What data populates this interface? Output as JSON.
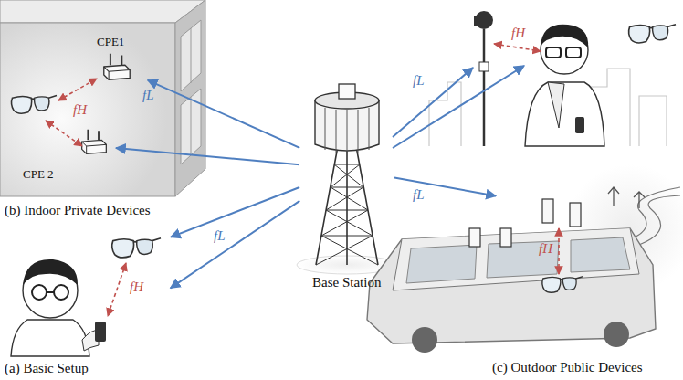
{
  "diagram": {
    "nodes": [
      {
        "text": [
          "(b) Indoor Private Devices"
        ]
      },
      {
        "text": [
          "CPE1"
        ],
        "in": 0
      },
      {
        "text": [
          "CPE 2"
        ],
        "in": 0
      },
      {
        "text": [
          "Base Station"
        ]
      },
      {
        "text": [
          "(a) Basic Setup"
        ]
      },
      {
        "text": [
          "(c) Outdoor Public Devices"
        ]
      }
    ],
    "edges": [
      {
        "from": 3,
        "to": 1,
        "arrow": "to",
        "label": "fL"
      },
      {
        "from": 3,
        "to": 2,
        "arrow": "to"
      },
      {
        "from": 3,
        "to": 4,
        "arrow": "to"
      },
      {
        "from": 3,
        "to": 4,
        "arrow": "to",
        "label": "fL"
      },
      {
        "from": 3,
        "to": 5,
        "arrow": "to",
        "label": "fL"
      }
    ],
    "labels": [
      "fH",
      "fL",
      "fH",
      "fH",
      "fH"
    ]
  }
}
